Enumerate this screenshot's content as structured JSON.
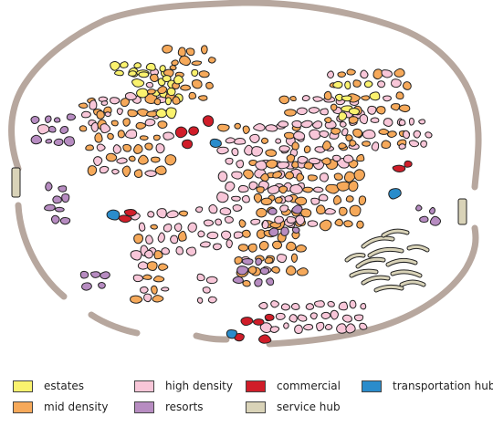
{
  "legend": [
    {
      "key": "estates",
      "label": "estates",
      "color": "#FAF26E"
    },
    {
      "key": "high",
      "label": "high density",
      "color": "#F8C6D8"
    },
    {
      "key": "commercial",
      "label": "commercial",
      "color": "#D01D29"
    },
    {
      "key": "transport",
      "label": "transportation hub",
      "color": "#2A8CCB"
    },
    {
      "key": "mid",
      "label": "mid density",
      "color": "#F6A95A"
    },
    {
      "key": "resorts",
      "label": "resorts",
      "color": "#B78CC1"
    },
    {
      "key": "service",
      "label": "service hub",
      "color": "#D9D3B8"
    }
  ],
  "colors": {
    "boundary": "#B7A79E",
    "outline": "#222222"
  }
}
